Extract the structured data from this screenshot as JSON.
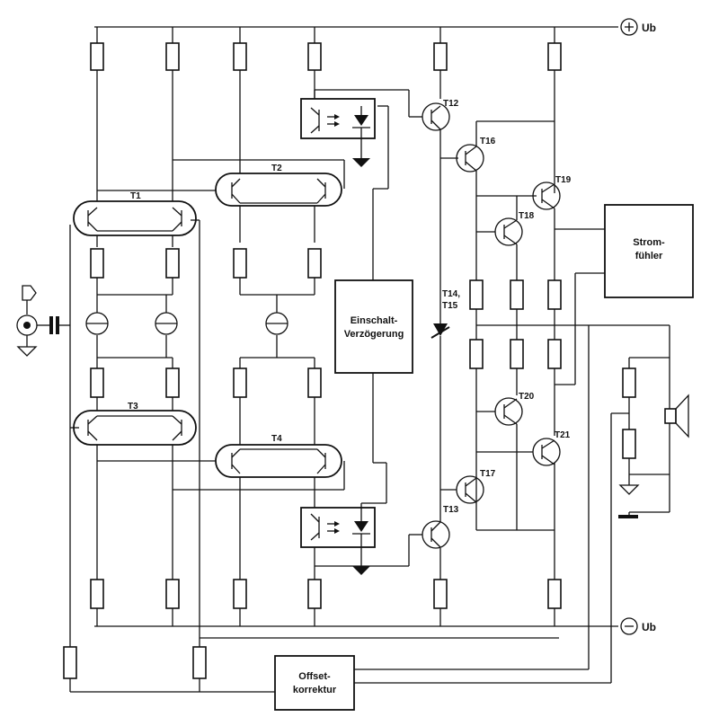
{
  "rails": {
    "positive": "Ub",
    "negative": "Ub",
    "positive_sign": "+",
    "negative_sign": "−"
  },
  "transistors": [
    "T1",
    "T2",
    "T3",
    "T4",
    "T12",
    "T13",
    "T14,",
    "T15",
    "T16",
    "T17",
    "T18",
    "T19",
    "T20",
    "T21"
  ],
  "blocks": {
    "delay": [
      "Einschalt-",
      "Verzögerung"
    ],
    "current_sensor": [
      "Strom-",
      "fühler"
    ],
    "offset": [
      "Offset-",
      "korrektur"
    ]
  }
}
